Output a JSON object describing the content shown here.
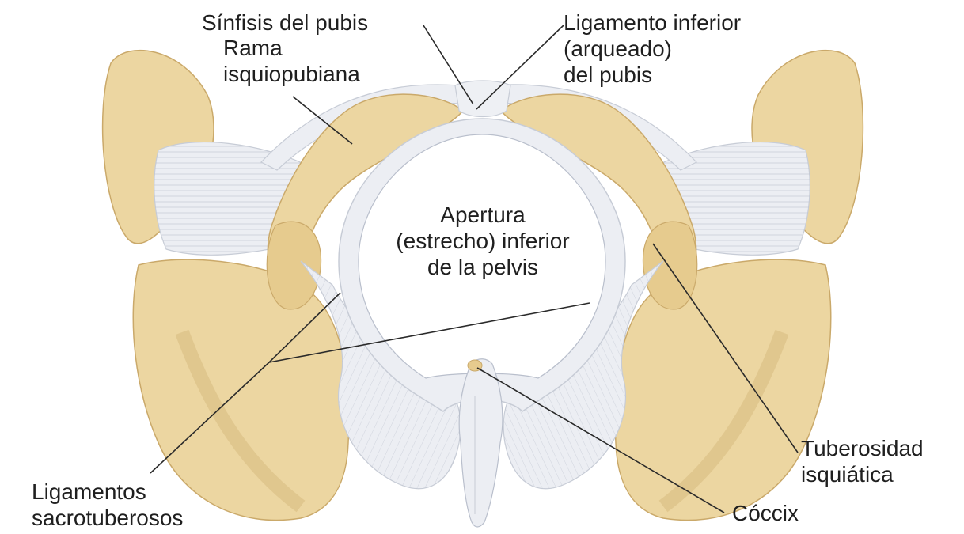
{
  "colors": {
    "background": "#ffffff",
    "bone": "#ecd6a1",
    "bone_shadow": "#d9bd82",
    "bone_highlight": "#f6e8c3",
    "ligament": "#eceef3",
    "ligament_fiber": "#b9bfcc",
    "leader_line": "#2a2a2a",
    "text": "#1f1f1f"
  },
  "labels": {
    "sinfisis": [
      "Sínfisis del pubis"
    ],
    "rama": [
      "Rama",
      "isquiopubiana"
    ],
    "ligamento_inferior": [
      "Ligamento inferior",
      "(arqueado)",
      "del pubis"
    ],
    "apertura": [
      "Apertura",
      "(estrecho) inferior",
      "de la pelvis"
    ],
    "tuberosidad": [
      "Tuberosidad",
      "isquiática"
    ],
    "ligamentos_sacro": [
      "Ligamentos",
      "sacrotuberosos"
    ],
    "coccix": [
      "Cóccix"
    ]
  }
}
